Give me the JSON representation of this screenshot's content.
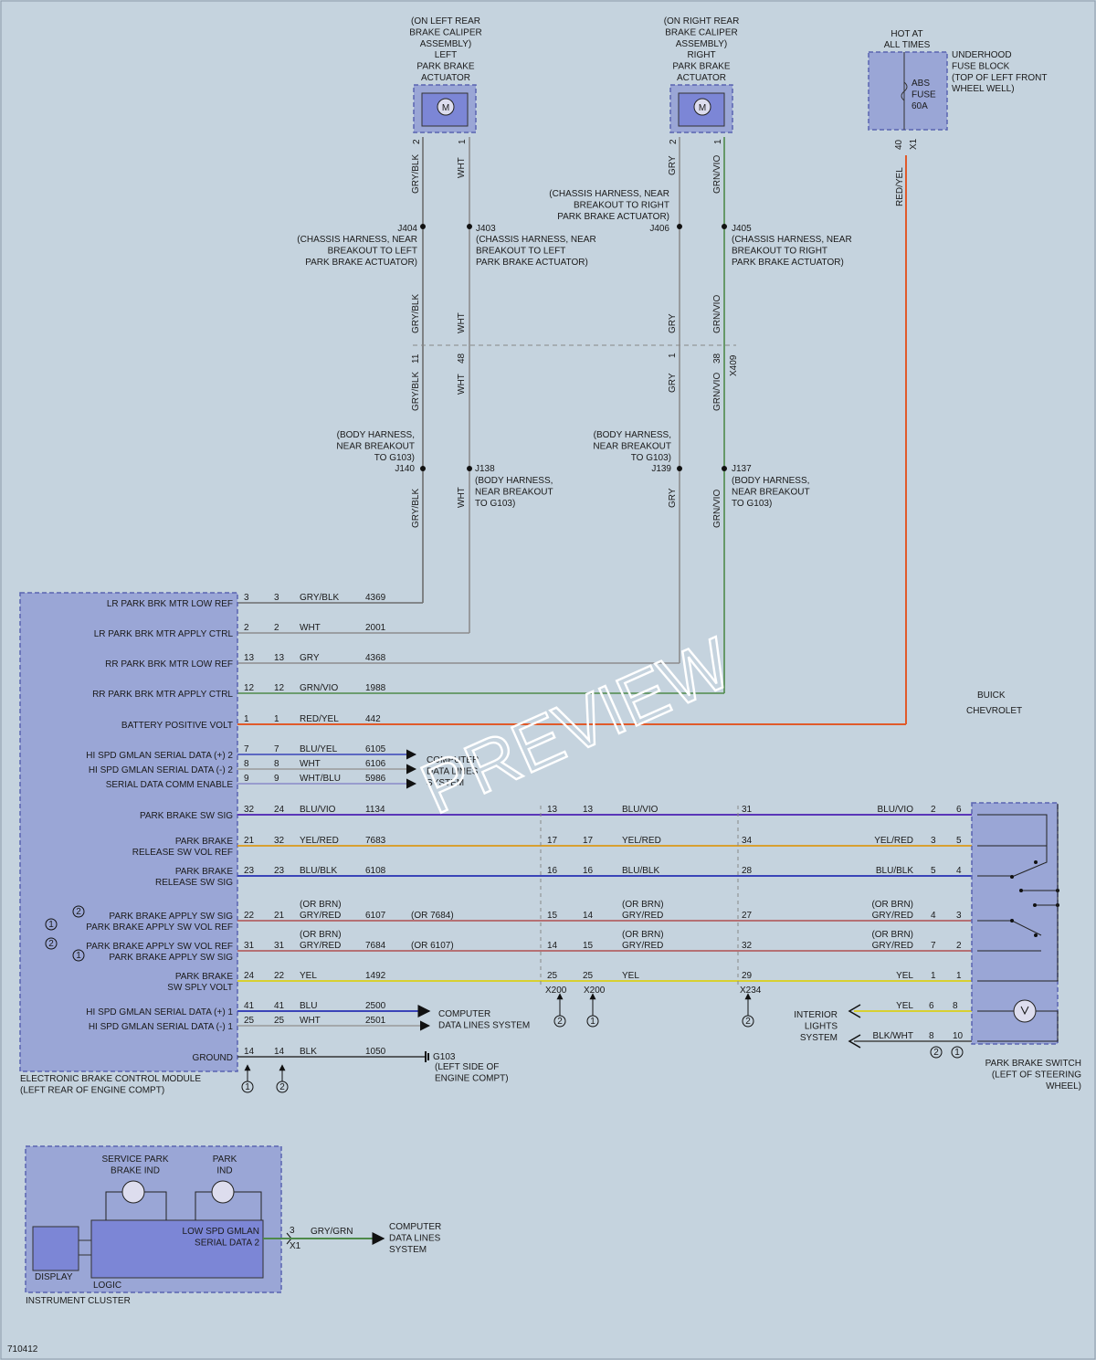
{
  "diagram_id": "710412",
  "watermark": "PREVIEW",
  "brand": {
    "line1": "BUICK",
    "line2": "CHEVROLET"
  },
  "left_actuator": {
    "lines": [
      "(ON LEFT REAR",
      "BRAKE CALIPER",
      "ASSEMBLY)",
      "LEFT",
      "PARK BRAKE",
      "ACTUATOR"
    ],
    "pin_a": "2",
    "pin_b": "1",
    "motor": "M"
  },
  "right_actuator": {
    "lines": [
      "(ON RIGHT REAR",
      "BRAKE CALIPER",
      "ASSEMBLY)",
      "RIGHT",
      "PARK BRAKE",
      "ACTUATOR"
    ],
    "pin_a": "2",
    "pin_b": "1",
    "motor": "M"
  },
  "fuse_block": {
    "top": [
      "HOT AT",
      "ALL TIMES"
    ],
    "side": [
      "UNDERHOOD",
      "FUSE BLOCK",
      "(TOP OF LEFT FRONT",
      "WHEEL WELL)"
    ],
    "fuse": [
      "ABS",
      "FUSE",
      "60A"
    ],
    "pin": "40",
    "conn": "X1"
  },
  "splices_upper": [
    {
      "id": "J404",
      "desc": [
        "(CHASSIS HARNESS, NEAR",
        "BREAKOUT TO LEFT",
        "PARK BRAKE ACTUATOR)"
      ]
    },
    {
      "id": "J403",
      "desc": [
        "(CHASSIS HARNESS, NEAR",
        "BREAKOUT TO LEFT",
        "PARK BRAKE ACTUATOR)"
      ]
    },
    {
      "id": "J406",
      "desc": [
        "(CHASSIS HARNESS, NEAR",
        "BREAKOUT TO RIGHT",
        "PARK BRAKE ACTUATOR)"
      ]
    },
    {
      "id": "J405",
      "desc": [
        "(CHASSIS HARNESS, NEAR",
        "BREAKOUT TO RIGHT",
        "PARK BRAKE ACTUATOR)"
      ]
    }
  ],
  "splices_lower": [
    {
      "id": "J140",
      "desc": [
        "(BODY HARNESS,",
        "NEAR BREAKOUT",
        "TO G103)"
      ]
    },
    {
      "id": "J138",
      "desc": [
        "(BODY HARNESS,",
        "NEAR BREAKOUT",
        "TO G103)"
      ]
    },
    {
      "id": "J139",
      "desc": [
        "(BODY HARNESS,",
        "NEAR BREAKOUT",
        "TO G103)"
      ]
    },
    {
      "id": "J137",
      "desc": [
        "(BODY HARNESS,",
        "NEAR BREAKOUT",
        "TO G103)"
      ]
    }
  ],
  "x409": {
    "name": "X409",
    "pins": [
      "11",
      "48",
      "1",
      "38"
    ]
  },
  "vertical_wire_labels": [
    "GRY/BLK",
    "WHT",
    "GRY",
    "GRN/VIO",
    "GRN/VIO",
    "RED/YEL"
  ],
  "ebcm": {
    "name": [
      "ELECTRONIC BRAKE CONTROL MODULE",
      "(LEFT REAR OF ENGINE COMPT)"
    ],
    "rows": [
      {
        "label": [
          "LR PARK BRK MTR LOW REF"
        ],
        "pin": "3",
        "pin2": "3",
        "color": "GRY/BLK",
        "circuit": "4369"
      },
      {
        "label": [
          "LR PARK BRK MTR APPLY CTRL"
        ],
        "pin": "2",
        "pin2": "2",
        "color": "WHT",
        "circuit": "2001"
      },
      {
        "label": [
          "RR PARK BRK MTR LOW REF"
        ],
        "pin": "13",
        "pin2": "13",
        "color": "GRY",
        "circuit": "4368"
      },
      {
        "label": [
          "RR PARK BRK MTR APPLY CTRL"
        ],
        "pin": "12",
        "pin2": "12",
        "color": "GRN/VIO",
        "circuit": "1988"
      },
      {
        "label": [
          "BATTERY POSITIVE VOLT"
        ],
        "pin": "1",
        "pin2": "1",
        "color": "RED/YEL",
        "circuit": "442"
      },
      {
        "label": [
          "HI SPD GMLAN SERIAL DATA (+) 2"
        ],
        "pin": "7",
        "pin2": "7",
        "color": "BLU/YEL",
        "circuit": "6105"
      },
      {
        "label": [
          "HI SPD GMLAN SERIAL DATA (-) 2"
        ],
        "pin": "8",
        "pin2": "8",
        "color": "WHT",
        "circuit": "6106"
      },
      {
        "label": [
          "SERIAL DATA COMM ENABLE"
        ],
        "pin": "9",
        "pin2": "9",
        "color": "WHT/BLU",
        "circuit": "5986"
      },
      {
        "label": [
          "PARK BRAKE SW SIG"
        ],
        "pin": "32",
        "pin2": "24",
        "color": "BLU/VIO",
        "circuit": "1134"
      },
      {
        "label": [
          "PARK BRAKE",
          "RELEASE SW VOL REF"
        ],
        "pin": "21",
        "pin2": "32",
        "color": "YEL/RED",
        "circuit": "7683"
      },
      {
        "label": [
          "PARK BRAKE",
          "RELEASE SW SIG"
        ],
        "pin": "23",
        "pin2": "23",
        "color": "BLU/BLK",
        "circuit": "6108"
      },
      {
        "label": [
          "PARK BRAKE APPLY SW SIG",
          "PARK BRAKE APPLY SW VOL REF"
        ],
        "pin": "22",
        "pin2": "21",
        "color": "GRY/RED",
        "alt": "(OR BRN)",
        "circuit": "6107",
        "or": "(OR 7684)"
      },
      {
        "label": [
          "PARK BRAKE APPLY SW VOL REF",
          "PARK BRAKE APPLY SW SIG"
        ],
        "pin": "31",
        "pin2": "31",
        "color": "GRY/RED",
        "alt": "(OR BRN)",
        "circuit": "7684",
        "or": "(OR 6107)"
      },
      {
        "label": [
          "PARK BRAKE",
          "SW SPLY VOLT"
        ],
        "pin": "24",
        "pin2": "22",
        "color": "YEL",
        "circuit": "1492"
      },
      {
        "label": [
          "HI SPD GMLAN SERIAL DATA (+) 1"
        ],
        "pin": "41",
        "pin2": "41",
        "color": "BLU",
        "circuit": "2500"
      },
      {
        "label": [
          "HI SPD GMLAN SERIAL DATA (-) 1"
        ],
        "pin": "25",
        "pin2": "25",
        "color": "WHT",
        "circuit": "2501"
      },
      {
        "label": [
          "GROUND"
        ],
        "pin": "14",
        "pin2": "14",
        "color": "BLK",
        "circuit": "1050"
      }
    ]
  },
  "computer_data_lines": [
    "COMPUTER",
    "DATA LINES",
    "SYSTEM"
  ],
  "computer_data_lines_2": [
    "COMPUTER",
    "DATA LINES SYSTEM"
  ],
  "ground": {
    "id": "G103",
    "desc": [
      "(LEFT SIDE OF",
      "ENGINE COMPT)"
    ]
  },
  "x200": {
    "name": "X200",
    "rows": [
      {
        "a": "13",
        "b": "13",
        "color": "BLU/VIO"
      },
      {
        "a": "17",
        "b": "17",
        "color": "YEL/RED"
      },
      {
        "a": "16",
        "b": "16",
        "color": "BLU/BLK"
      },
      {
        "a": "15",
        "b": "14",
        "color": "GRY/RED",
        "alt": "(OR BRN)"
      },
      {
        "a": "14",
        "b": "15",
        "color": "GRY/RED",
        "alt": "(OR BRN)"
      },
      {
        "a": "25",
        "b": "25",
        "color": "YEL"
      }
    ]
  },
  "x234": {
    "name": "X234",
    "rows": [
      {
        "p": "31",
        "color": "BLU/VIO",
        "sw_a": "2",
        "sw_b": "6"
      },
      {
        "p": "34",
        "color": "YEL/RED",
        "sw_a": "3",
        "sw_b": "5"
      },
      {
        "p": "28",
        "color": "BLU/BLK",
        "sw_a": "5",
        "sw_b": "4"
      },
      {
        "p": "27",
        "color": "GRY/RED",
        "alt": "(OR BRN)",
        "sw_a": "4",
        "sw_b": "3"
      },
      {
        "p": "32",
        "color": "GRY/RED",
        "alt": "(OR BRN)",
        "sw_a": "7",
        "sw_b": "2"
      },
      {
        "p": "29",
        "color": "YEL",
        "sw_a": "1",
        "sw_b": "1"
      }
    ]
  },
  "interior_lights": {
    "label": [
      "INTERIOR",
      "LIGHTS",
      "SYSTEM"
    ],
    "rows": [
      {
        "color": "YEL",
        "sw_a": "6",
        "sw_b": "8"
      },
      {
        "color": "BLK/WHT",
        "sw_a": "8",
        "sw_b": "10"
      }
    ]
  },
  "park_brake_switch": {
    "name": [
      "PARK BRAKE SWITCH",
      "(LEFT OF STEERING",
      "WHEEL)"
    ]
  },
  "notes": [
    "1",
    "2"
  ],
  "cluster": {
    "name": "INSTRUMENT CLUSTER",
    "service_ind": [
      "SERVICE PARK",
      "BRAKE IND"
    ],
    "park_ind": [
      "PARK",
      "IND"
    ],
    "logic_label": "LOGIC",
    "display_label": "DISPLAY",
    "serial_label": [
      "LOW SPD GMLAN",
      "SERIAL DATA 2"
    ],
    "pin": "3",
    "conn": "X1",
    "wire": "GRY/GRN",
    "target": [
      "COMPUTER",
      "DATA LINES",
      "SYSTEM"
    ]
  }
}
